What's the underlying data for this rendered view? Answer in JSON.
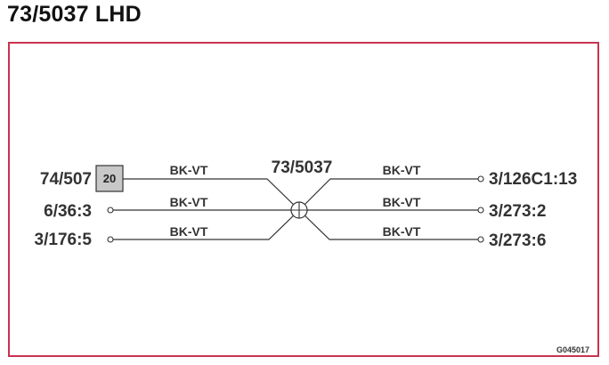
{
  "title": "73/5037 LHD",
  "splice": {
    "label": "73/5037"
  },
  "left": {
    "connector": {
      "label": "74/507",
      "pin": "20"
    },
    "terminals": [
      "6/36:3",
      "3/176:5"
    ]
  },
  "right": {
    "terminals": [
      "3/126C1:13",
      "3/273:2",
      "3/273:6"
    ]
  },
  "wires": {
    "left": [
      "BK-VT",
      "BK-VT",
      "BK-VT"
    ],
    "right": [
      "BK-VT",
      "BK-VT",
      "BK-VT"
    ]
  },
  "figure_code": "G045017",
  "colors": {
    "frame": "#c8334f",
    "connector_fill": "#c8c8c8",
    "ink": "#333333"
  }
}
